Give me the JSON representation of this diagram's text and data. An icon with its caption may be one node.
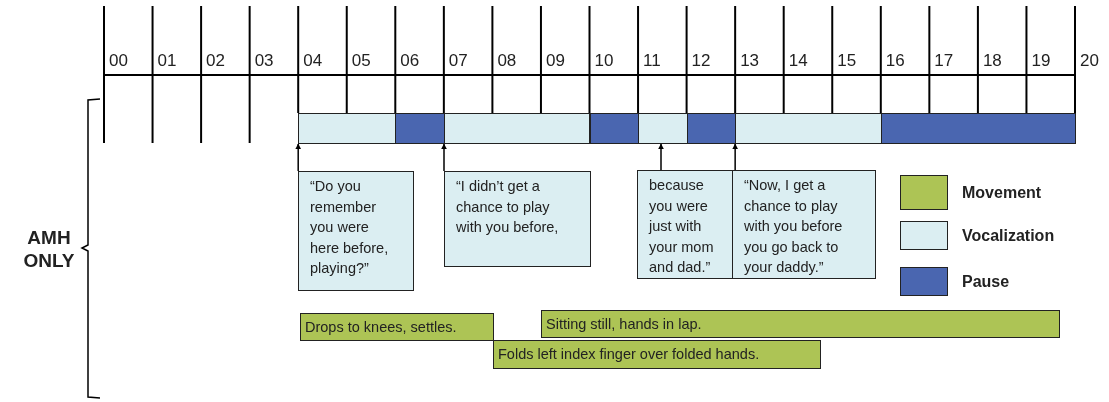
{
  "diagram": {
    "nodes": [
      {
        "text": [],
        "shape": "bar"
      },
      {
        "text": [],
        "shape": "bar"
      },
      {
        "text": [],
        "shape": "bar"
      },
      {
        "text": [],
        "shape": "bar"
      },
      {
        "text": [],
        "shape": "bar"
      },
      {
        "text": [],
        "shape": "bar"
      },
      {
        "text": [],
        "shape": "bar"
      },
      {
        "text": [],
        "shape": "bar"
      },
      {
        "text": [
          "“Do you remember you were here before, playing?”"
        ]
      },
      {
        "text": [
          "“I didn’t get a chance to play with you before,"
        ]
      },
      {
        "text": [
          "because you were just with your mom and dad.”"
        ]
      },
      {
        "text": [
          "“Now, I get a chance to play with you before you go back to your daddy.”"
        ]
      },
      {
        "text": [
          "Drops to knees, settles."
        ]
      },
      {
        "text": [
          "Sitting still, hands in lap."
        ]
      },
      {
        "text": [
          "Folds left index finger over folded hands."
        ]
      }
    ],
    "edges": [
      {
        "from": 8,
        "to": 0,
        "arrow": "to"
      },
      {
        "from": 9,
        "to": 2,
        "arrow": "to"
      },
      {
        "from": 10,
        "to": 4,
        "arrow": "to"
      },
      {
        "from": 11,
        "to": 6,
        "arrow": "to"
      }
    ],
    "labels": [
      "00",
      "01",
      "02",
      "03",
      "04",
      "05",
      "06",
      "07",
      "08",
      "09",
      "10",
      "11",
      "12",
      "13",
      "14",
      "15",
      "16",
      "17",
      "18",
      "19",
      "20",
      "AMH ONLY"
    ],
    "legend": [
      {
        "text": "Movement",
        "color": "#adc455"
      },
      {
        "text": "Vocalization",
        "color": "#dbeef2"
      },
      {
        "text": "Pause",
        "color": "#4a66b0"
      }
    ]
  }
}
